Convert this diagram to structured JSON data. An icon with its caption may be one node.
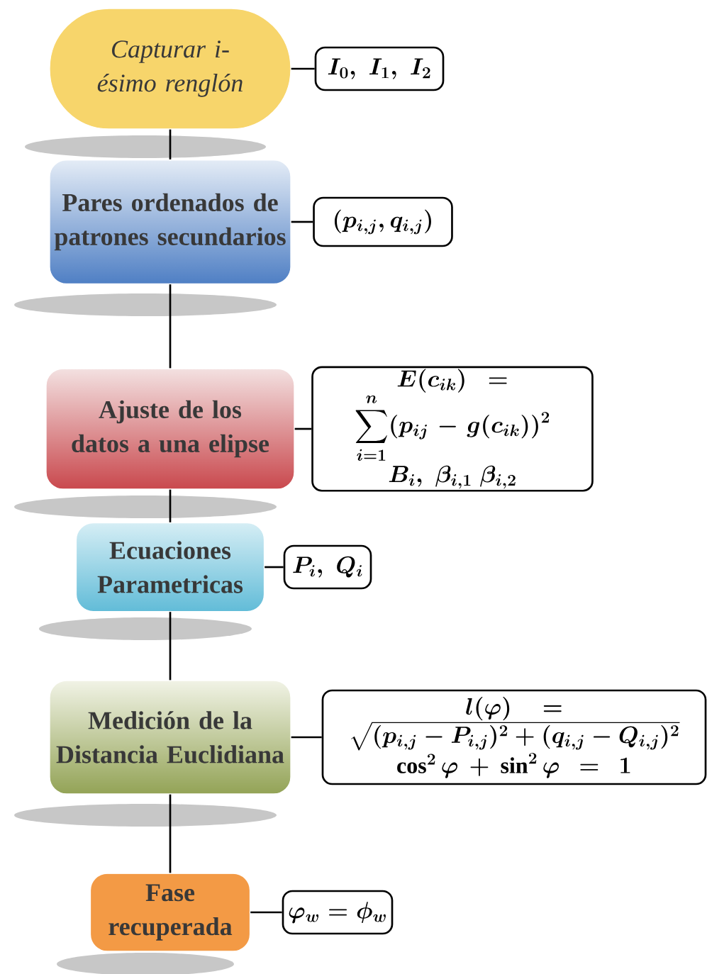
{
  "diagram": {
    "nodes": [
      {
        "text": [
          "Capturar i-ésimo renglón"
        ]
      },
      {
        "text": [
          "I_0,\\ I_1,\\ I_2"
        ]
      },
      {
        "text": [
          "Pares ordenados de patrones secundarios"
        ]
      },
      {
        "text": [
          "(p_{i,j},q_{i,j})"
        ]
      },
      {
        "text": [
          "Ajuste de los datos a una elipse"
        ]
      },
      {
        "text": [
          "E(c_{ik})=\\sum_{i=1}^{n}(p_{ij}-g(c_{ik}))^2",
          "B_i,\\ \\beta_{i,1}\\ \\beta_{i,2}"
        ]
      },
      {
        "text": [
          "Ecuaciones Parametricas"
        ]
      },
      {
        "text": [
          "P_i,\\ Q_i"
        ]
      },
      {
        "text": [
          "Medición de la Distancia Euclidiana"
        ]
      },
      {
        "text": [
          "l(\\varphi)=\\sqrt{(p_{i,j}-P_{i,j})^2+(q_{i,j}-Q_{i,j})^2}",
          "\\cos^2\\varphi+\\sin^2\\varphi=1"
        ]
      },
      {
        "text": [
          "Fase recuperada"
        ]
      },
      {
        "text": [
          "\\varphi_w=\\phi_w"
        ]
      }
    ],
    "edges": [
      {
        "from": 0,
        "to": 2,
        "arrow": "none"
      },
      {
        "from": 2,
        "to": 4,
        "arrow": "none"
      },
      {
        "from": 4,
        "to": 6,
        "arrow": "none"
      },
      {
        "from": 6,
        "to": 8,
        "arrow": "none"
      },
      {
        "from": 8,
        "to": 10,
        "arrow": "none"
      },
      {
        "from": 0,
        "to": 1,
        "arrow": "none"
      },
      {
        "from": 2,
        "to": 3,
        "arrow": "none"
      },
      {
        "from": 4,
        "to": 5,
        "arrow": "none"
      },
      {
        "from": 6,
        "to": 7,
        "arrow": "none"
      },
      {
        "from": 8,
        "to": 9,
        "arrow": "none"
      },
      {
        "from": 10,
        "to": 11,
        "arrow": "none"
      }
    ]
  }
}
